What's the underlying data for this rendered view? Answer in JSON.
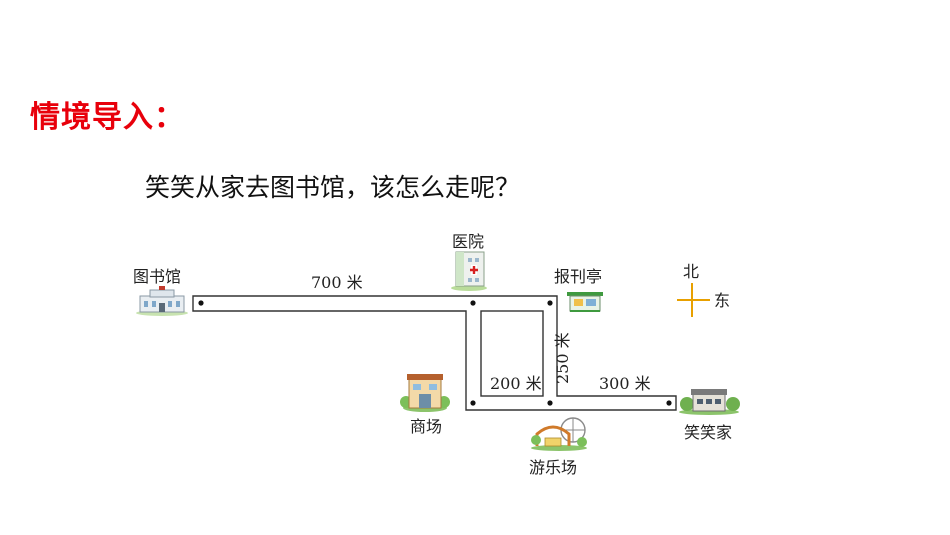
{
  "heading": "情境导入：",
  "question": "笑笑从家去图书馆，该怎么走呢？",
  "map": {
    "places": {
      "library": "图书馆",
      "hospital": "医院",
      "newsstand": "报刊亭",
      "mall": "商场",
      "amusement_park": "游乐场",
      "home": "笑笑家"
    },
    "distances": {
      "library_to_hospital": "700 米",
      "loop_bottom": "200 米",
      "newsstand_to_road": "250 米",
      "road_to_home": "300 米"
    },
    "compass": {
      "north": "北",
      "east": "东"
    }
  },
  "colors": {
    "heading": "#e8000b",
    "road": "#333333",
    "compass": "#e8a000"
  }
}
